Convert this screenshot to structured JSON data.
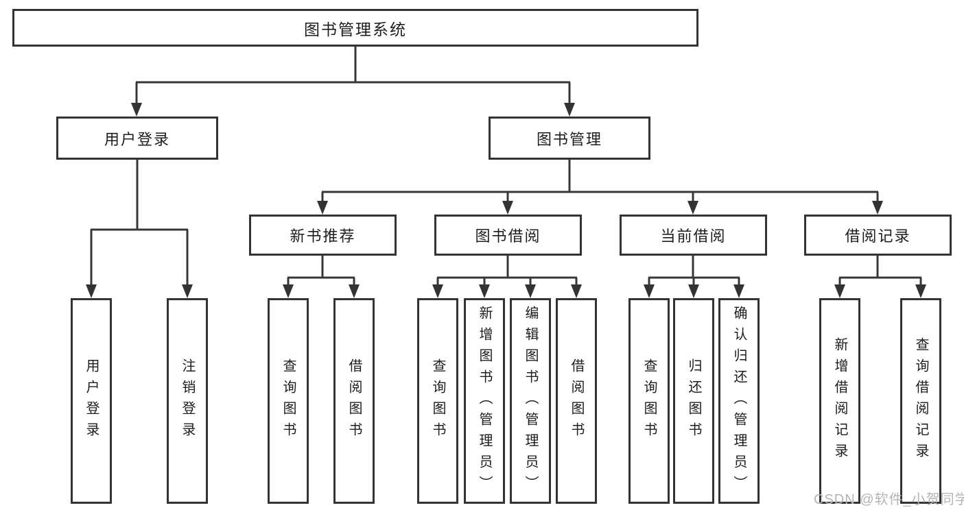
{
  "diagram": {
    "nodes": {
      "root": "图书管理系统",
      "user_login": "用户登录",
      "book_mgmt": "图书管理",
      "new_books": "新书推荐",
      "book_borrow": "图书借阅",
      "current_borrow": "当前借阅",
      "borrow_records": "借阅记录"
    },
    "leaves": {
      "user_login": [
        "用户登录",
        "注销登录"
      ],
      "new_books": [
        "查询图书",
        "借阅图书"
      ],
      "book_borrow": [
        "查询图书",
        "新增图书（管理员）",
        "编辑图书（管理员）",
        "借阅图书"
      ],
      "current_borrow": [
        "查询图书",
        "归还图书",
        "确认归还（管理员）"
      ],
      "borrow_records": [
        "新增借阅记录",
        "查询借阅记录"
      ]
    },
    "watermark": "CSDN @软件_小贺同学",
    "colors": {
      "line": "#373737",
      "box_border": "#333333",
      "text": "#1d1d1d",
      "watermark": "#b4b4b4",
      "background": "#ffffff"
    }
  }
}
